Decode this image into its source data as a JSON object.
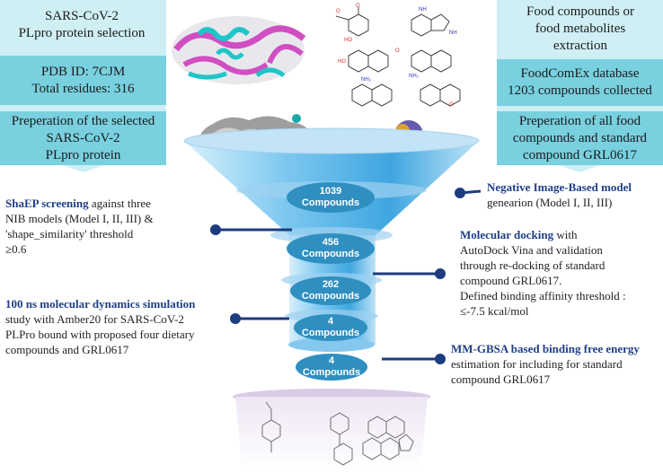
{
  "left_boxes": [
    {
      "line1": "SARS-CoV-2",
      "line2": "PLpro protein selection"
    },
    {
      "line1": "PDB ID: 7CJM",
      "line2": "Total residues: 316"
    },
    {
      "line1": "Preperation of the selected",
      "line2": "SARS-CoV-2",
      "line3": "PLpro protein"
    }
  ],
  "right_boxes": [
    {
      "line1": "Food compounds or",
      "line2": "food metabolites",
      "line3": "extraction"
    },
    {
      "line1": "FoodComEx database",
      "line2": "1203 compounds collected"
    },
    {
      "line1": "Preperation of all food",
      "line2": "compounds and standard",
      "line3": "compound GRL0617"
    }
  ],
  "funnel_stages": [
    {
      "count": "1039",
      "unit": "Compounds"
    },
    {
      "count": "456",
      "unit": "Compounds"
    },
    {
      "count": "262",
      "unit": "Compounds"
    },
    {
      "count": "4",
      "unit": "Compounds"
    },
    {
      "count": "4",
      "unit": "Compounds"
    }
  ],
  "annotations": {
    "nib_model": {
      "title": "Negative Image-Based model",
      "body": "genearion (Model I, II, III)"
    },
    "shaep": {
      "title": "ShaEP screening",
      "body1": " against three",
      "body2": "NIB models (Model I, II, III) &",
      "body3": "'shape_similarity' threshold",
      "body4": "≥0.6"
    },
    "docking": {
      "title": "Molecular docking",
      "body1": " with",
      "body2": "AutoDock Vina and validation",
      "body3": "through re-docking of  standard",
      "body4": "compound GRL0617.",
      "body5": "Defined binding affinity threshold :",
      "body6": "≤-7.5 kcal/mol"
    },
    "md": {
      "title": "100 ns molecular dynamics simulation",
      "body1": "study with Amber20 for SARS-CoV-2",
      "body2": "PLPro bound with proposed four dietary",
      "body3": "compounds and GRL0617"
    },
    "mmgbsa": {
      "title": "MM-GBSA based binding free energy",
      "body1": "estimation for including for standard",
      "body2": "compound GRL0617"
    }
  },
  "colors": {
    "box_dark": "#79d0df",
    "box_light": "#cfeff4",
    "funnel": "#5ab7e6",
    "badge": "#2f8fc0",
    "title_blue": "#1f3f86",
    "connector": "#1c3c80",
    "base": "#d9cbe6"
  }
}
